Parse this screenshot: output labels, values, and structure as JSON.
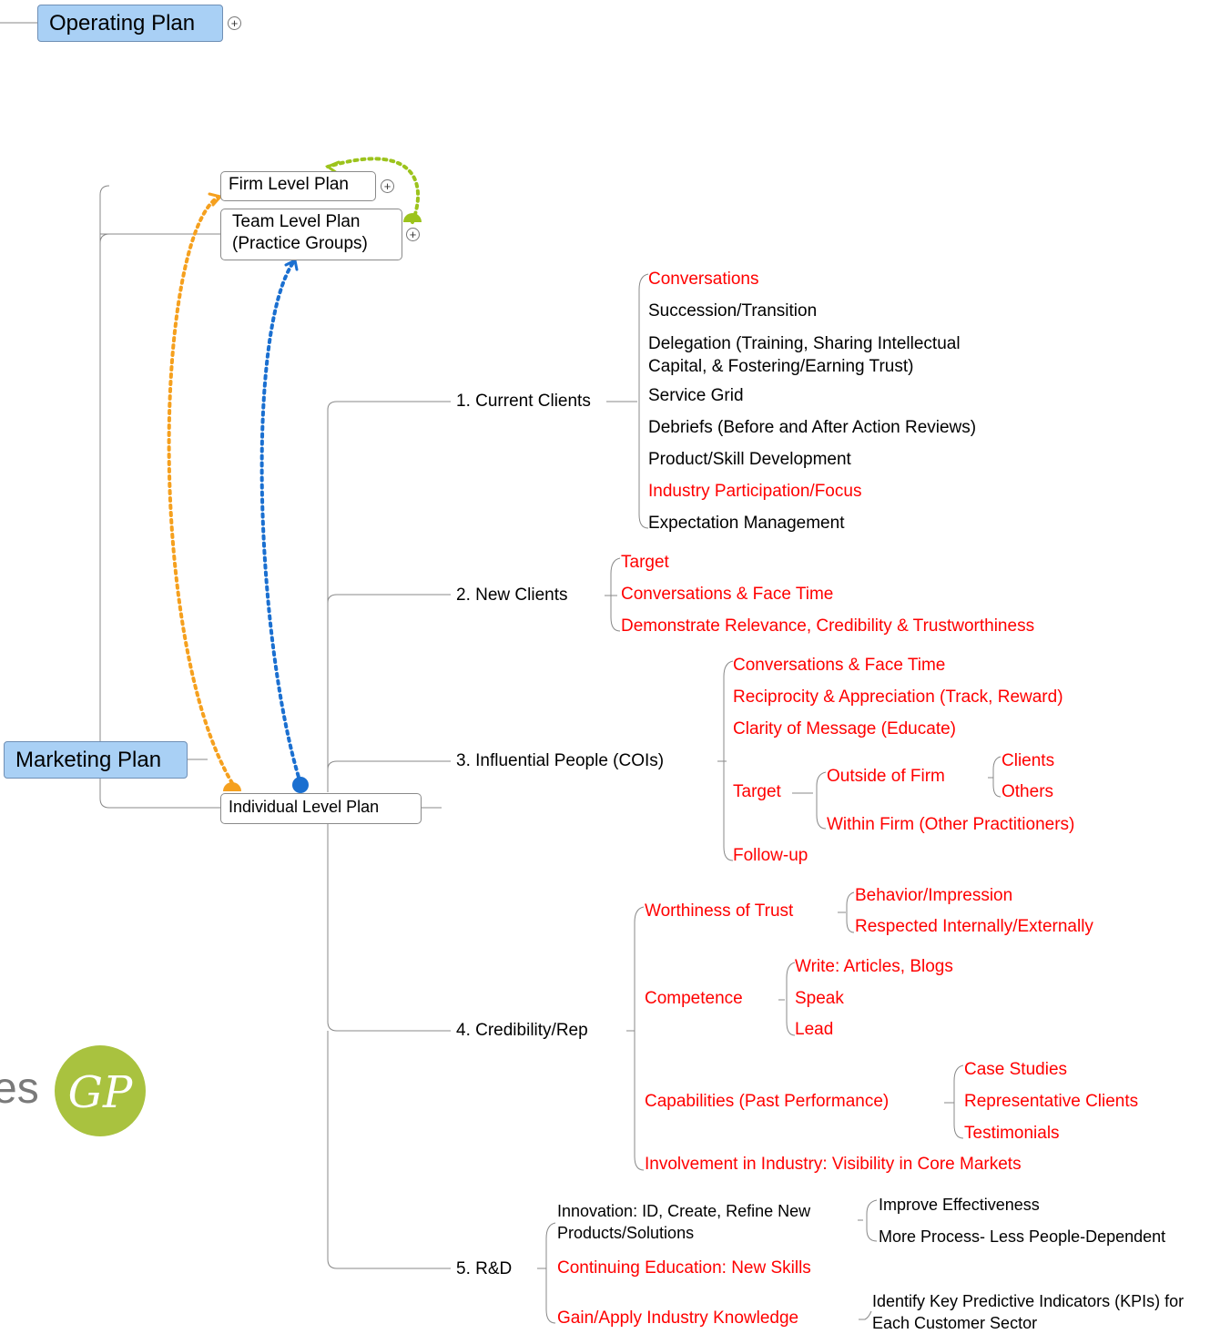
{
  "central": {
    "operating_plan": "Operating Plan",
    "marketing_plan": "Marketing Plan"
  },
  "plans": {
    "firm_level": "Firm Level Plan",
    "team_level_line1": "Team Level Plan",
    "team_level_line2": "(Practice Groups)",
    "individual_level": "Individual Level Plan"
  },
  "expand_symbol": "+",
  "branches": {
    "current_clients": {
      "label": "1. Current Clients",
      "items": [
        {
          "text": "Conversations",
          "color": "red"
        },
        {
          "text": "Succession/Transition",
          "color": "black"
        },
        {
          "text": "Delegation (Training, Sharing Intellectual Capital, & Fostering/Earning Trust)",
          "color": "black"
        },
        {
          "text": "Service Grid",
          "color": "black"
        },
        {
          "text": "Debriefs (Before and After Action Reviews)",
          "color": "black"
        },
        {
          "text": "Product/Skill Development",
          "color": "black"
        },
        {
          "text": "Industry Participation/Focus",
          "color": "red"
        },
        {
          "text": "Expectation Management",
          "color": "black"
        }
      ]
    },
    "new_clients": {
      "label": "2. New Clients",
      "items": [
        "Target",
        "Conversations & Face Time",
        "Demonstrate Relevance, Credibility & Trustworthiness"
      ]
    },
    "influential_people": {
      "label": "3. Influential People (COIs)",
      "items": [
        "Conversations & Face Time",
        "Reciprocity & Appreciation (Track, Reward)",
        "Clarity of Message (Educate)",
        "Target",
        "Follow-up"
      ],
      "target_children": {
        "outside": "Outside of Firm",
        "outside_children": [
          "Clients",
          "Others"
        ],
        "within": "Within Firm (Other Practitioners)"
      }
    },
    "credibility": {
      "label": "4. Credibility/Rep",
      "worthiness": {
        "label": "Worthiness of Trust",
        "children": [
          "Behavior/Impression",
          "Respected Internally/Externally"
        ]
      },
      "competence": {
        "label": "Competence",
        "children": [
          "Write: Articles, Blogs",
          "Speak",
          "Lead"
        ]
      },
      "capabilities": {
        "label": "Capabilities (Past Performance)",
        "children": [
          "Case Studies",
          "Representative Clients",
          "Testimonials"
        ]
      },
      "involvement": "Involvement in Industry: Visibility in Core Markets"
    },
    "rnd": {
      "label": "5. R&D",
      "innovation": {
        "label": "Innovation:   ID, Create, Refine New Products/Solutions",
        "children": [
          "Improve Effectiveness",
          "More Process- Less People-Dependent"
        ]
      },
      "continuing_education": "Continuing Education:  New Skills",
      "industry_knowledge": {
        "label": "Gain/Apply Industry Knowledge",
        "children": [
          "Identify Key Predictive Indicators (KPIs) for Each Customer Sector"
        ]
      }
    }
  },
  "logo": {
    "partial_text": "es",
    "monogram": "GP"
  },
  "colors": {
    "topic_fill": "#a9d0f5",
    "red_text": "#ff0000",
    "arrow_orange": "#f5a01e",
    "arrow_blue": "#1a6fd0",
    "arrow_green": "#9cc31c",
    "logo_green": "#a9c23f",
    "logo_gray": "#7a7a7a"
  }
}
